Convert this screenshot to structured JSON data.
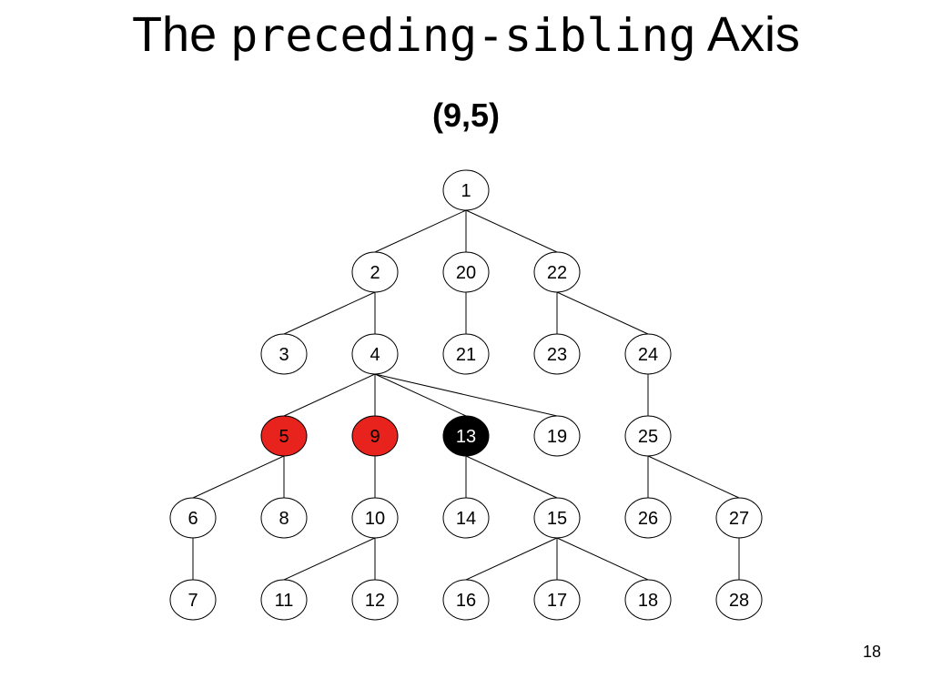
{
  "title": {
    "part1": "The",
    "part2": "preceding-sibling",
    "part3": "Axis"
  },
  "subtitle": "(9,5)",
  "page_number": "18",
  "colors": {
    "context_node_fill": "#000000",
    "context_node_text": "#ffffff",
    "result_node_fill": "#e8231e",
    "result_node_text": "#000000",
    "normal_node_fill": "#ffffff",
    "normal_node_text": "#000000",
    "stroke": "#000000"
  },
  "tree": {
    "nodes": [
      {
        "id": "1",
        "status": "normal"
      },
      {
        "id": "2",
        "status": "normal"
      },
      {
        "id": "20",
        "status": "normal"
      },
      {
        "id": "22",
        "status": "normal"
      },
      {
        "id": "3",
        "status": "normal"
      },
      {
        "id": "4",
        "status": "normal"
      },
      {
        "id": "21",
        "status": "normal"
      },
      {
        "id": "23",
        "status": "normal"
      },
      {
        "id": "24",
        "status": "normal"
      },
      {
        "id": "5",
        "status": "result"
      },
      {
        "id": "9",
        "status": "result"
      },
      {
        "id": "13",
        "status": "context"
      },
      {
        "id": "19",
        "status": "normal"
      },
      {
        "id": "25",
        "status": "normal"
      },
      {
        "id": "6",
        "status": "normal"
      },
      {
        "id": "8",
        "status": "normal"
      },
      {
        "id": "10",
        "status": "normal"
      },
      {
        "id": "14",
        "status": "normal"
      },
      {
        "id": "15",
        "status": "normal"
      },
      {
        "id": "26",
        "status": "normal"
      },
      {
        "id": "27",
        "status": "normal"
      },
      {
        "id": "7",
        "status": "normal"
      },
      {
        "id": "11",
        "status": "normal"
      },
      {
        "id": "12",
        "status": "normal"
      },
      {
        "id": "16",
        "status": "normal"
      },
      {
        "id": "17",
        "status": "normal"
      },
      {
        "id": "18",
        "status": "normal"
      },
      {
        "id": "28",
        "status": "normal"
      }
    ],
    "edges": [
      [
        "1",
        "2"
      ],
      [
        "1",
        "20"
      ],
      [
        "1",
        "22"
      ],
      [
        "2",
        "3"
      ],
      [
        "2",
        "4"
      ],
      [
        "20",
        "21"
      ],
      [
        "22",
        "23"
      ],
      [
        "22",
        "24"
      ],
      [
        "4",
        "5"
      ],
      [
        "4",
        "9"
      ],
      [
        "4",
        "13"
      ],
      [
        "4",
        "19"
      ],
      [
        "24",
        "25"
      ],
      [
        "5",
        "6"
      ],
      [
        "5",
        "8"
      ],
      [
        "9",
        "10"
      ],
      [
        "13",
        "14"
      ],
      [
        "13",
        "15"
      ],
      [
        "25",
        "26"
      ],
      [
        "25",
        "27"
      ],
      [
        "6",
        "7"
      ],
      [
        "10",
        "11"
      ],
      [
        "10",
        "12"
      ],
      [
        "15",
        "16"
      ],
      [
        "15",
        "17"
      ],
      [
        "15",
        "18"
      ],
      [
        "27",
        "28"
      ]
    ]
  }
}
